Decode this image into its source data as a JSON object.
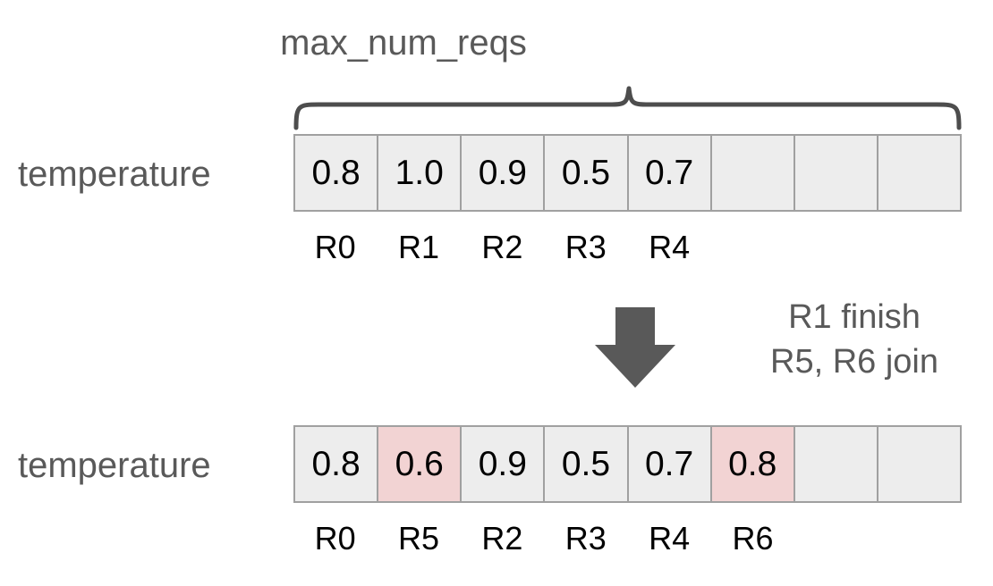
{
  "diagram": {
    "brace_label": "max_num_reqs",
    "transition_note_line1": "R1 finish",
    "transition_note_line2": "R5, R6 join",
    "arrow_icon": "down-arrow-icon",
    "brace_icon": "curly-brace-icon",
    "colors": {
      "cell_fill": "#ededed",
      "cell_border": "#a0a0a0",
      "highlight_fill": "#f2d3d3",
      "gray_text": "#595959",
      "black_text": "#000000",
      "arrow_fill": "#595959",
      "background": "#ffffff"
    }
  },
  "before": {
    "row_caption": "temperature",
    "capacity": 8,
    "cells": [
      {
        "value": "0.8",
        "highlight": false,
        "occupied": true
      },
      {
        "value": "1.0",
        "highlight": false,
        "occupied": true
      },
      {
        "value": "0.9",
        "highlight": false,
        "occupied": true
      },
      {
        "value": "0.5",
        "highlight": false,
        "occupied": true
      },
      {
        "value": "0.7",
        "highlight": false,
        "occupied": true
      },
      {
        "value": "",
        "highlight": false,
        "occupied": false
      },
      {
        "value": "",
        "highlight": false,
        "occupied": false
      },
      {
        "value": "",
        "highlight": false,
        "occupied": false
      }
    ],
    "ids": [
      "R0",
      "R1",
      "R2",
      "R3",
      "R4",
      "",
      "",
      ""
    ]
  },
  "after": {
    "row_caption": "temperature",
    "capacity": 8,
    "cells": [
      {
        "value": "0.8",
        "highlight": false,
        "occupied": true
      },
      {
        "value": "0.6",
        "highlight": true,
        "occupied": true
      },
      {
        "value": "0.9",
        "highlight": false,
        "occupied": true
      },
      {
        "value": "0.5",
        "highlight": false,
        "occupied": true
      },
      {
        "value": "0.7",
        "highlight": false,
        "occupied": true
      },
      {
        "value": "0.8",
        "highlight": true,
        "occupied": true
      },
      {
        "value": "",
        "highlight": false,
        "occupied": false
      },
      {
        "value": "",
        "highlight": false,
        "occupied": false
      }
    ],
    "ids": [
      "R0",
      "R5",
      "R2",
      "R3",
      "R4",
      "R6",
      "",
      ""
    ]
  }
}
